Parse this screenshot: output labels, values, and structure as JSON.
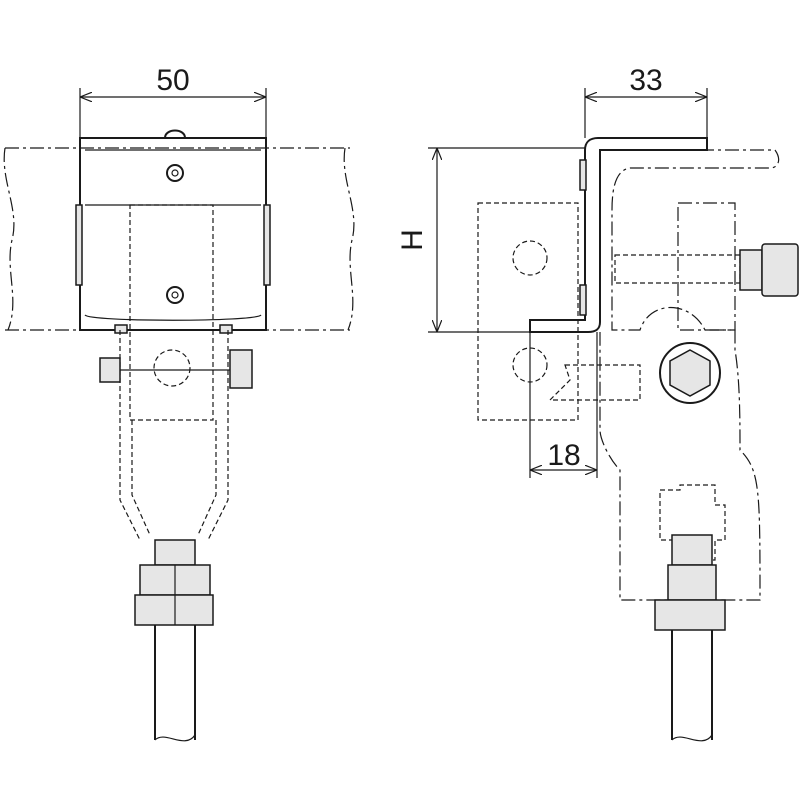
{
  "drawing": {
    "dimensions": {
      "width_front": "50",
      "width_side": "33",
      "height": "H",
      "offset": "18"
    }
  }
}
